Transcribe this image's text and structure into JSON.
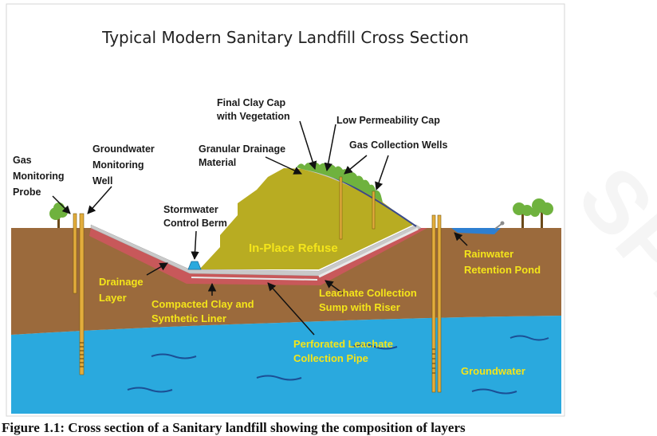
{
  "title": "Typical Modern Sanitary Landfill Cross Section",
  "labels": {
    "gas_probe": [
      "Gas",
      "Monitoring",
      "Probe"
    ],
    "gw_well": [
      "Groundwater",
      "Monitoring",
      "Well"
    ],
    "granular": [
      "Granular  Drainage",
      "Material"
    ],
    "clay_cap": [
      "Final Clay Cap",
      "with Vegetation"
    ],
    "low_perm": "Low Permeability Cap",
    "gas_wells": "Gas Collection  Wells",
    "berm": [
      "Stormwater",
      "Control Berm"
    ],
    "refuse": "In-Place Refuse",
    "drainage_layer": [
      "Drainage",
      "Layer"
    ],
    "clay_liner": [
      "Compacted Clay and",
      "Synthetic Liner"
    ],
    "sump": [
      "Leachate Collection",
      "Sump with Riser"
    ],
    "pipe": [
      "Perforated Leachate",
      "Collection Pipe"
    ],
    "pond": [
      "Rainwater",
      "Retention Pond"
    ],
    "groundwater": "Groundwater"
  },
  "caption": "Figure 1.1: Cross section of a Sanitary landfill showing the composition of layers",
  "watermark": "SPM",
  "colors": {
    "soil": "#9b6a3c",
    "water": "#2aa9de",
    "refuse": "#b8ac22",
    "liner": "#c8585a",
    "drainage": "#c9c9c9",
    "vegetation": "#6fb23e",
    "yellow_text": "#f4e51a",
    "pipe": "#e3ad3c"
  }
}
